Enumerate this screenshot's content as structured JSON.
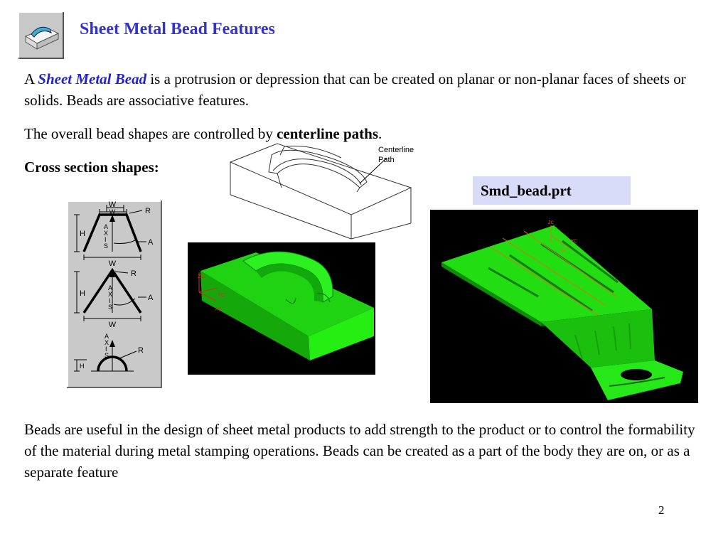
{
  "title": "Sheet Metal Bead Features",
  "intro": {
    "prefix": "A ",
    "term": "Sheet Metal Bead",
    "rest": " is a protrusion or depression that can be created on planar or non-planar faces of sheets or solids. Beads are associative features."
  },
  "shapes_line": {
    "prefix": "The overall bead shapes are controlled by ",
    "term": "centerline paths",
    "suffix": "."
  },
  "cross_section_label": "Cross section shapes:",
  "centerline_callout": [
    "Centerline",
    "Path"
  ],
  "filename_label": "Smd_bead.prt",
  "cross_section_dims": {
    "width": "W",
    "height": "H",
    "radius": "R",
    "angle": "A",
    "axis": [
      "A",
      "X",
      "I",
      "S"
    ]
  },
  "axis_labels": {
    "zc": "ZC",
    "yc": "YC",
    "xc": "XC"
  },
  "outro": "Beads are useful in the design of sheet metal products to add strength to the product or to control the formability of the material during metal stamping operations. Beads can be created as a part of the body they are on, or as a separate feature",
  "page_number": "2",
  "colors": {
    "title": "#3333cc",
    "term": "#2222cc",
    "label_bg": "#d8dcf8",
    "model_green": "#22dd11",
    "viewport_bg": "#000000"
  }
}
